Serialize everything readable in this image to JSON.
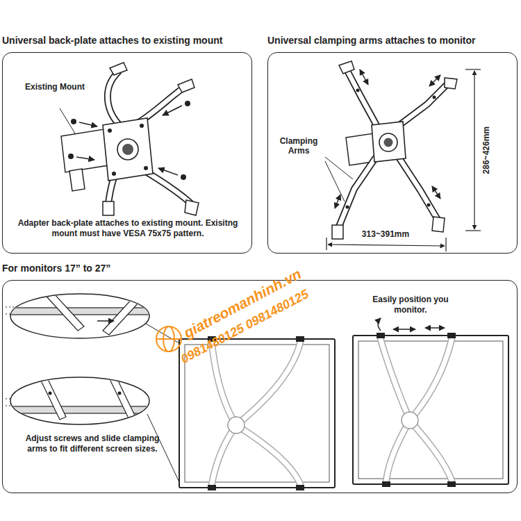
{
  "diagram": {
    "nodes": [
      {
        "text": [
          "Universal back-plate attaches to existing mount",
          "Adapter back-plate attaches to existing mount. Exisitng mount must have VESA 75x75 pattern."
        ]
      },
      {
        "text": [
          "Universal clamping arms attaches to monitor"
        ]
      },
      {
        "text": [
          "For monitors 17” to 27”",
          "Adjust screws and slide clamping arms to fit different screen sizes.",
          "Easily position you monitor."
        ]
      }
    ],
    "labels": [
      "Existing Mount",
      "Clamping Arms",
      "286~426mm",
      "313~391mm",
      "giatreomanhinh.vn",
      "0981480125 0981480125"
    ]
  }
}
